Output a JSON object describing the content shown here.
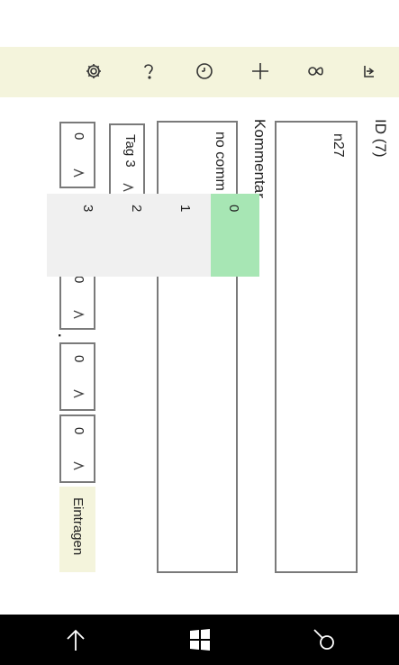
{
  "appbar": {
    "icons": [
      "login-icon",
      "person-icon",
      "add-icon",
      "clock-icon",
      "help-icon",
      "settings-icon"
    ]
  },
  "form": {
    "id_label": "ID (7)",
    "id_value": "n27",
    "comment_label": "Kommentar",
    "comment_value": "no comm",
    "day_value": "Tag 3",
    "hour_value": "0",
    "minute_value": "0",
    "second_value": "0",
    "milli_value": "0",
    "separator_dot": ".",
    "paren_close": ")",
    "submit_label": "Eintragen"
  },
  "picker": {
    "options": [
      "0",
      "1",
      "2",
      "3"
    ],
    "selected_index": 0
  },
  "navbar": {
    "icons": [
      "back-icon",
      "windows-icon",
      "search-icon"
    ]
  },
  "colors": {
    "appbar_bg": "#f4f4dc",
    "submit_bg": "#f4f4dc",
    "selected_bg": "#a7e6b4",
    "popup_bg": "#f0f0f0",
    "navbar_bg": "#000000"
  }
}
